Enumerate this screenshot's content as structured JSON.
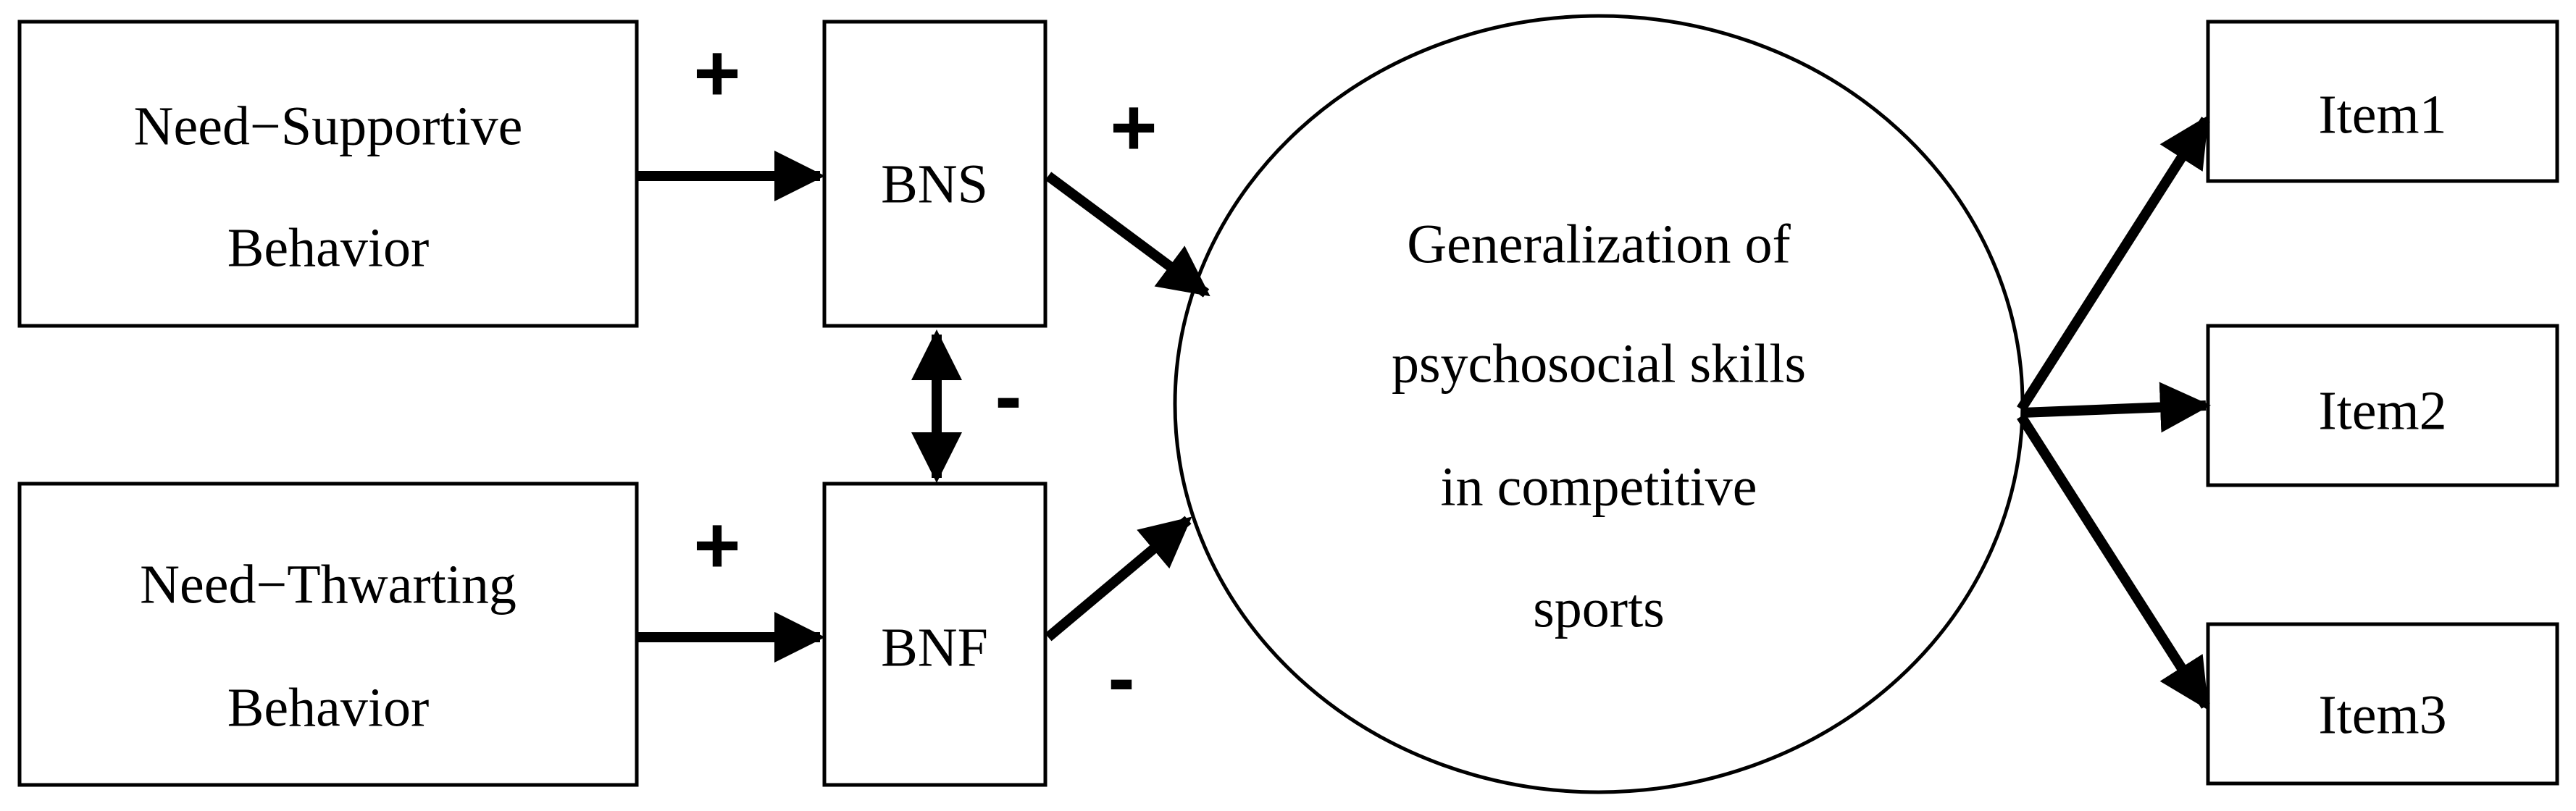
{
  "nodes": {
    "nsb": {
      "line1": "Need−Supportive",
      "line2": "Behavior"
    },
    "ntb": {
      "line1": "Need−Thwarting",
      "line2": "Behavior"
    },
    "bns": {
      "label": "BNS"
    },
    "bnf": {
      "label": "BNF"
    },
    "outcome": {
      "line1": "Generalization of",
      "line2": "psychosocial skills",
      "line3": "in competitive",
      "line4": "sports"
    },
    "item1": {
      "label": "Item1"
    },
    "item2": {
      "label": "Item2"
    },
    "item3": {
      "label": "Item3"
    }
  },
  "signs": {
    "nsb_to_bns": "+",
    "ntb_to_bnf": "+",
    "bns_to_outcome": "+",
    "bnf_to_outcome": "-",
    "bns_bnf": "-"
  },
  "colors": {
    "stroke": "#000000",
    "background": "#ffffff"
  }
}
